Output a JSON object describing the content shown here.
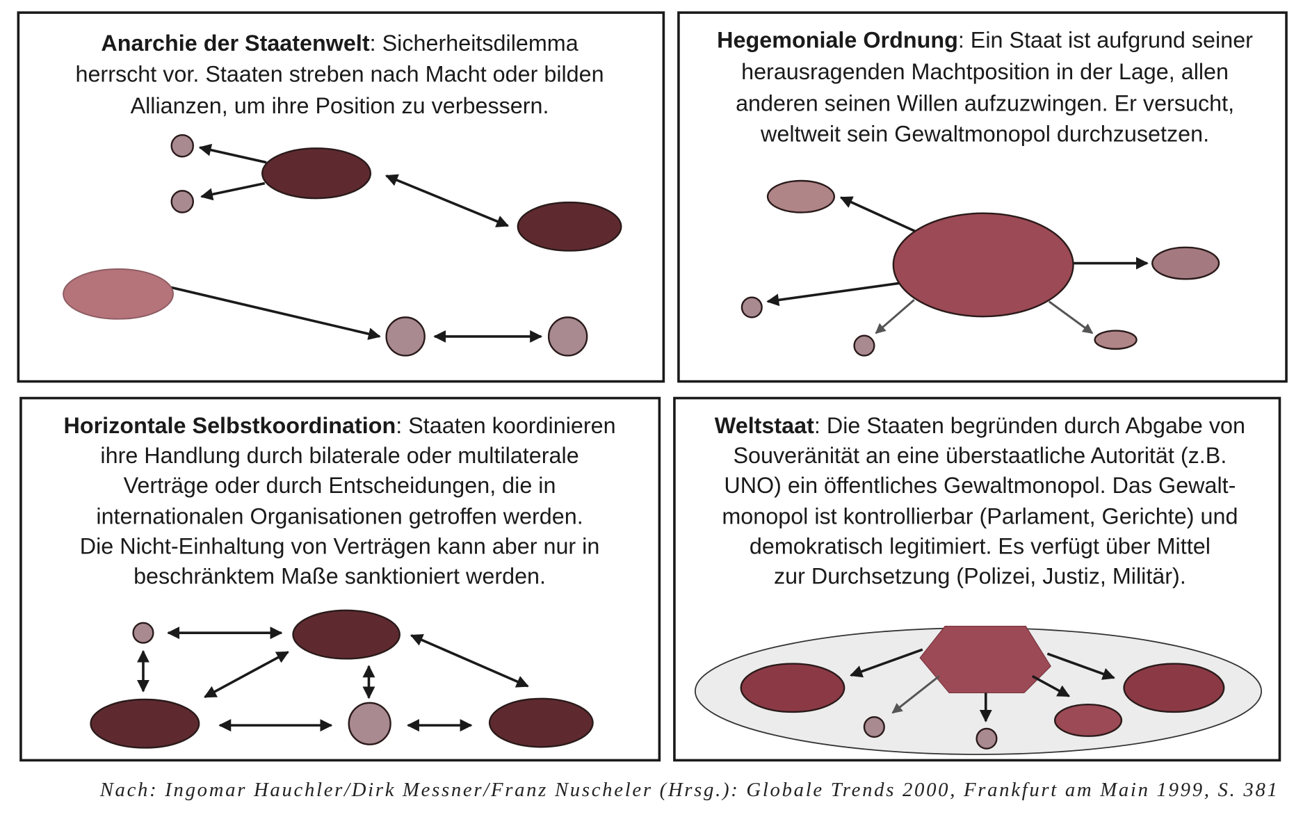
{
  "panels": [
    {
      "heading": "Anarchie der Staatenwelt",
      "lines": [
        ": Sicherheitsdilemma",
        "herrscht vor. Staaten streben nach Macht oder bilden",
        "Allianzen, um ihre Position zu verbessern."
      ]
    },
    {
      "heading": "Hegemoniale Ordnung",
      "lines": [
        ": Ein Staat ist aufgrund seiner",
        "herausragenden Machtposition in der Lage, allen",
        "anderen seinen Willen aufzuzwingen. Er versucht,",
        "weltweit sein Gewaltmonopol durchzusetzen."
      ]
    },
    {
      "heading": "Horizontale Selbstkoordination",
      "lines": [
        ": Staaten koordinieren",
        "ihre Handlung durch bilaterale oder multilaterale",
        "Verträge oder durch Entscheidungen, die in",
        "internationalen Organisationen getroffen werden.",
        "Die Nicht-Einhaltung von Verträgen kann aber nur in",
        "beschränktem Maße sanktioniert werden."
      ]
    },
    {
      "heading": "Weltstaat",
      "lines": [
        ": Die Staaten begründen durch Abgabe von",
        "Souveränität an eine überstaatliche Autorität (z.B.",
        "UNO) ein öffentliches Gewaltmonopol. Das Gewalt-",
        "monopol ist kontrollierbar (Parlament, Gerichte) und",
        "demokratisch legitimiert. Es verfügt über Mittel",
        "zur Durchsetzung (Polizei, Justiz, Militär)."
      ]
    }
  ],
  "caption": "Nach: Ingomar Hauchler/Dirk Messner/Franz Nuscheler (Hrsg.): Globale Trends 2000, Frankfurt am Main 1999, S. 381",
  "colors": {
    "dark": "#5e2a30",
    "mid": "#9c4a55",
    "light": "#b5737a",
    "small": "#a88a90",
    "world": "#ececec"
  }
}
